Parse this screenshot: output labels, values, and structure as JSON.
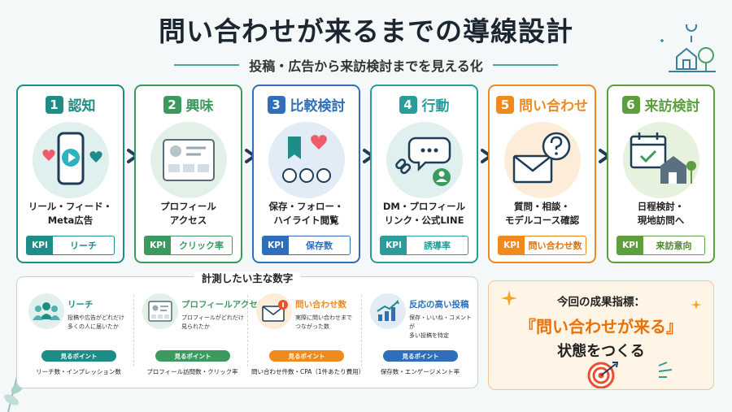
{
  "title": "問い合わせが来るまでの導線設計",
  "subtitle": "投稿・広告から来訪検討までを見える化",
  "colors": {
    "teal": "#1e8c87",
    "green": "#3c9a5f",
    "blue": "#2f6fba",
    "cyan": "#2a9c9a",
    "orange": "#ef8a1f",
    "leafgreen": "#5d9e3f"
  },
  "steps": [
    {
      "num": "1",
      "label": "認知",
      "desc": "リール・フィード・\nMeta広告",
      "kpi_label": "KPI",
      "kpi_value": "リーチ",
      "color": "#1e8c87",
      "icon": "smartphone-play-icon"
    },
    {
      "num": "2",
      "label": "興味",
      "desc": "プロフィール\nアクセス",
      "kpi_label": "KPI",
      "kpi_value": "クリック率",
      "color": "#3c9a5f",
      "icon": "profile-card-icon"
    },
    {
      "num": "3",
      "label": "比較検討",
      "desc": "保存・フォロー・\nハイライト閲覧",
      "kpi_label": "KPI",
      "kpi_value": "保存数",
      "color": "#2f6fba",
      "icon": "bookmark-heart-icon"
    },
    {
      "num": "4",
      "label": "行動",
      "desc": "DM・プロフィール\nリンク・公式LINE",
      "kpi_label": "KPI",
      "kpi_value": "誘導率",
      "color": "#2a9c9a",
      "icon": "chat-link-icon"
    },
    {
      "num": "5",
      "label": "問い合わせ",
      "desc": "質問・相談・\nモデルコース確認",
      "kpi_label": "KPI",
      "kpi_value": "問い合わせ数",
      "color": "#ef8a1f",
      "icon": "mail-question-icon"
    },
    {
      "num": "6",
      "label": "来訪検討",
      "desc": "日程検討・\n現地訪問へ",
      "kpi_label": "KPI",
      "kpi_value": "来訪意向",
      "color": "#5d9e3f",
      "icon": "calendar-house-icon"
    }
  ],
  "metrics": {
    "title": "計測したい主な数字",
    "items": [
      {
        "name": "リーチ",
        "desc": "投稿や広告がどれだけ\n多くの人に届いたか",
        "point_label": "見るポイント",
        "point_value": "リーチ数・インプレッション数",
        "color": "#1e8c87",
        "icon": "people-icon"
      },
      {
        "name": "プロフィールアクセス",
        "desc": "プロフィールがどれだけ\n見られたか",
        "point_label": "見るポイント",
        "point_value": "プロフィール訪問数・クリック率",
        "color": "#3c9a5f",
        "icon": "profile-icon"
      },
      {
        "name": "問い合わせ数",
        "desc": "実際に問い合わせまで\nつながった数",
        "point_label": "見るポイント",
        "point_value": "問い合わせ件数・CPA（1件あたり費用）",
        "color": "#ef8a1f",
        "icon": "mail-badge-icon"
      },
      {
        "name": "反応の高い投稿",
        "desc": "保存・いいね・コメントが\n多い投稿を特定",
        "point_label": "見るポイント",
        "point_value": "保存数・エンゲージメント率",
        "color": "#2f6fba",
        "icon": "growth-chart-icon"
      }
    ]
  },
  "result": {
    "line1": "今回の成果指標：",
    "line2": "『問い合わせが来る』",
    "line3": "状態をつくる"
  }
}
